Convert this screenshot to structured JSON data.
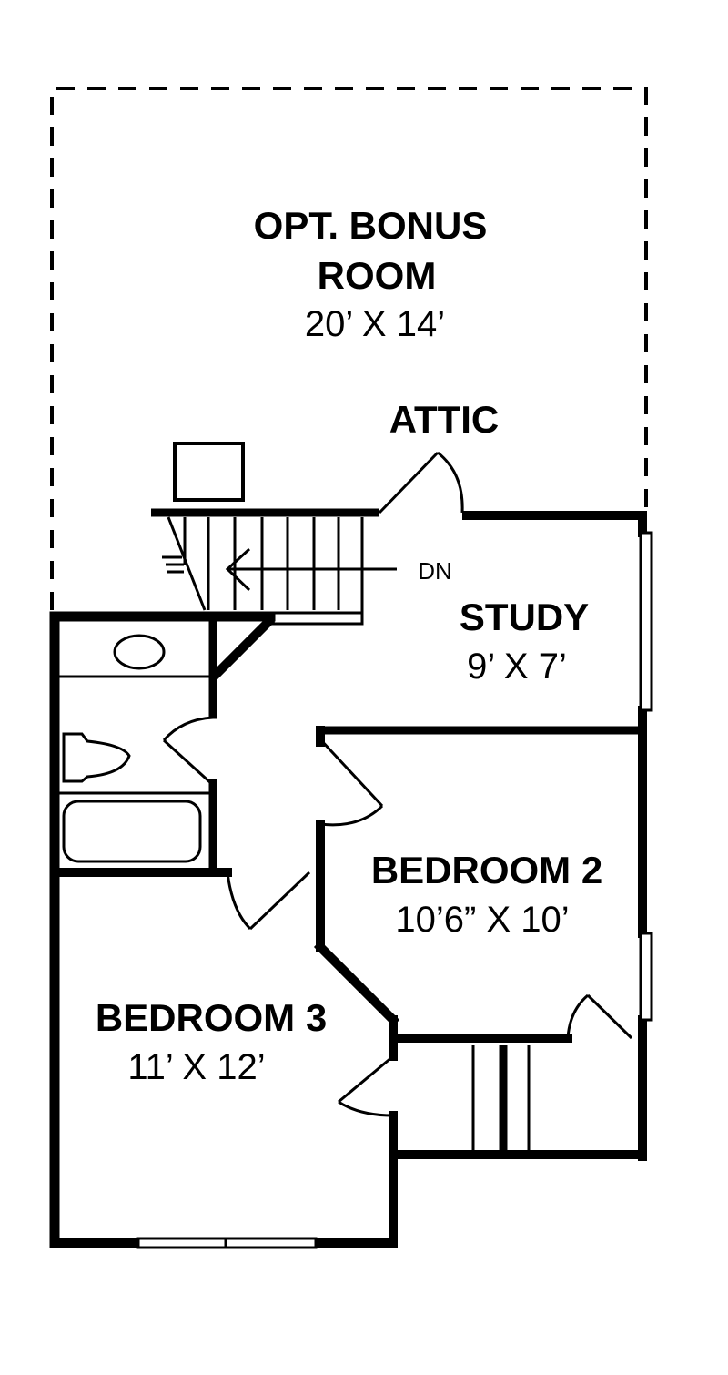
{
  "plan": {
    "colors": {
      "wall": "#000000",
      "background": "#ffffff"
    },
    "rooms": [
      {
        "id": "bonus",
        "name_line1": "OPT. BONUS",
        "name_line2": "ROOM",
        "dimensions": "20’ X 14’",
        "optional": true
      },
      {
        "id": "attic",
        "name": "ATTIC"
      },
      {
        "id": "study",
        "name": "STUDY",
        "dimensions": "9’ X 7’"
      },
      {
        "id": "bedroom2",
        "name": "BEDROOM 2",
        "dimensions": "10’6” X 10’"
      },
      {
        "id": "bedroom3",
        "name": "BEDROOM 3",
        "dimensions": "11’ X 12’"
      }
    ],
    "stairs": {
      "label": "DN",
      "direction": "down"
    },
    "fixtures": [
      "sink-icon",
      "toilet-icon",
      "bathtub-icon",
      "chimney-box"
    ]
  }
}
